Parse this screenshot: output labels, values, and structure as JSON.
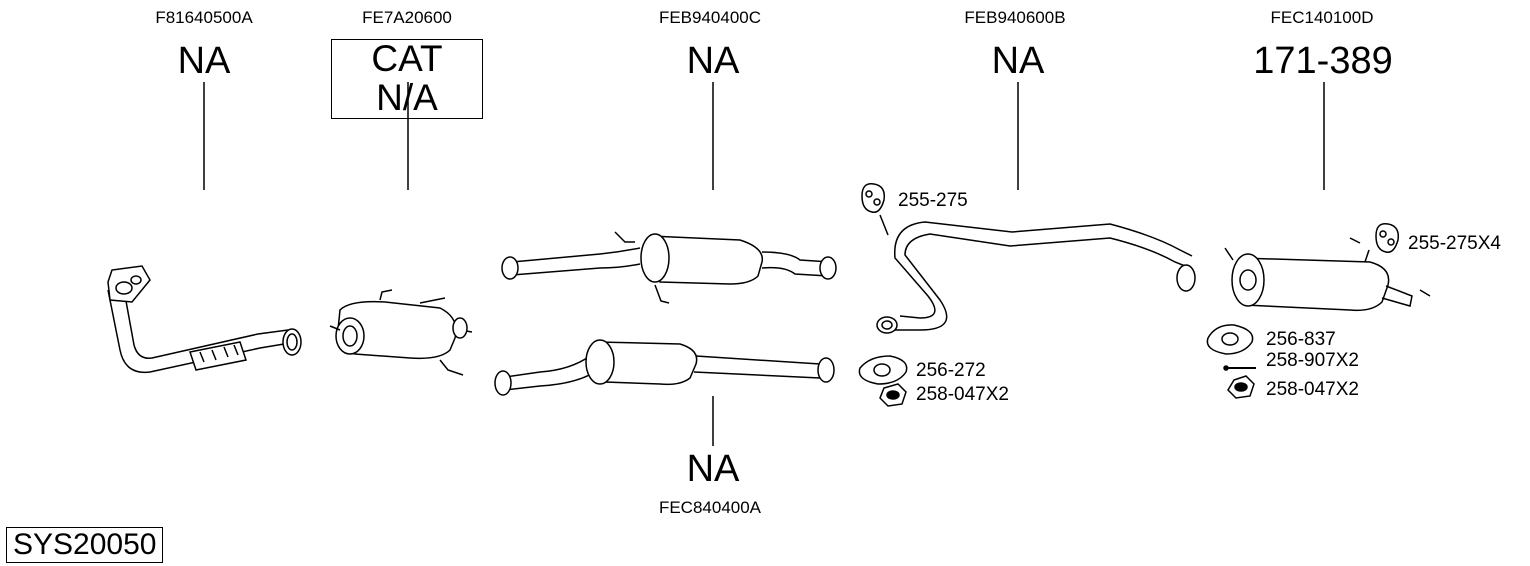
{
  "diagram_id": "SYS20050",
  "sections": [
    {
      "code": "F81640500A",
      "label": "NA"
    },
    {
      "code": "FE7A20600",
      "label": "CAT N/A"
    },
    {
      "code": "FEB940400C",
      "label": "NA"
    },
    {
      "code": "FEB940600B",
      "label": "NA"
    },
    {
      "code": "FEC140100D",
      "label": "171-389"
    },
    {
      "code": "FEC840400A",
      "label": "NA"
    }
  ],
  "parts": {
    "p1": "255-275",
    "p2": "256-272",
    "p3": "258-047X2",
    "p4": "255-275X4",
    "p5": "256-837",
    "p6": "258-907X2",
    "p7": "258-047X2"
  }
}
